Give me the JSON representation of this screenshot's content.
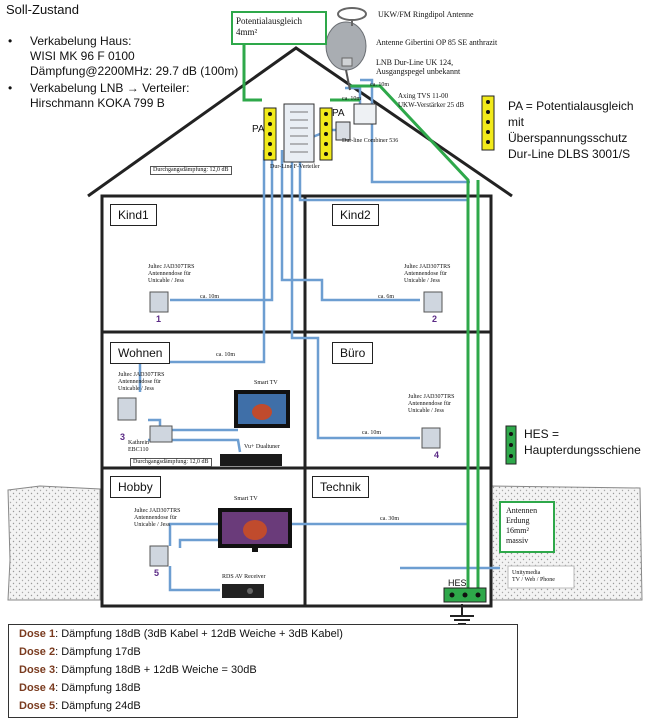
{
  "title": "Soll-Zustand",
  "legend": {
    "items": [
      {
        "label": "Verkabelung Haus:",
        "detail_lines": [
          "WISI MK 96 F 0100",
          "Dämpfung@2200MHz: 29.7 dB (100m)"
        ]
      },
      {
        "label": "Verkabelung LNB → Verteiler:",
        "detail_lines": [
          "Hirschmann KOKA 799 B"
        ]
      }
    ]
  },
  "callouts": {
    "potentialausgleich": {
      "line1": "Potentialausgleich",
      "line2": "4mm²"
    },
    "ukw_antenna": "UKW/FM Ringdipol Antenne",
    "dish": "Antenne Gibertini OP 85 SE anthrazit",
    "lnb": {
      "line1": "LNB Dur-Line UK 124,",
      "line2": "Ausgangspegel unbekannt"
    },
    "amp": {
      "line1": "Axing TVS 11-00",
      "line2": "UKW-Verstärker 25 dB"
    },
    "pa_legend": {
      "line1": "PA = Potentialausgleich",
      "line2": "mit Überspannungsschutz",
      "line3": "Dur-Line DLBS 3001/S"
    },
    "hes_legend": {
      "line1": "HES =",
      "line2": "Haupterdungsschiene"
    },
    "erdung": {
      "line1": "Antennen",
      "line2": "Erdung",
      "line3": "16mm²",
      "line4": "massiv"
    },
    "unitymedia": {
      "line1": "Unitymedia",
      "line2": "TV / Web / Phone"
    },
    "combiner": "Dur-line Combiner 536",
    "verteiler": "Dur-Line F-Verteiler",
    "pa_left": "PA",
    "pa_right": "PA",
    "hes": "HES",
    "durchgang_top": "Durchgangsdämpfung: 12,0 dB",
    "durchgang_wohnen": "Durchgangsdämpfung: 12,0 dB",
    "cable_top": "ca. 10m",
    "cable_roof": "ca. 10m"
  },
  "rooms": [
    {
      "name": "Kind1",
      "dose_line1": "Jultec JAD307TRS",
      "dose_line2": "Antennendose für",
      "dose_line3": "Unicable / Jess",
      "num": "1",
      "cable": "ca. 10m"
    },
    {
      "name": "Kind2",
      "dose_line1": "Jultec JAD307TRS",
      "dose_line2": "Antennendose für",
      "dose_line3": "Unicable / Jess",
      "num": "2",
      "cable": "ca. 6m"
    },
    {
      "name": "Wohnen",
      "dose_line1": "Jultec JAD307TRS",
      "dose_line2": "Antennendose für",
      "dose_line3": "Unicable / Jess",
      "num": "3",
      "cable": "ca. 10m"
    },
    {
      "name": "Büro",
      "dose_line1": "Jultec JAD307TRS",
      "dose_line2": "Antennendose für",
      "dose_line3": "Unicable / Jess",
      "num": "4",
      "cable": "ca. 10m"
    },
    {
      "name": "Hobby",
      "dose_line1": "Jultec JAD307TRS",
      "dose_line2": "Antennendose für",
      "dose_line3": "Unicable / Jess",
      "num": "5",
      "cable": "ca. 30m"
    },
    {
      "name": "Technik"
    }
  ],
  "devices": {
    "smart_tv_wohnen": "Smart TV",
    "smart_tv_hobby": "Smart TV",
    "vu_tuner": "Vu+ Dualtuner",
    "kathrein_line1": "Kathrein",
    "kathrein_line2": "EBC110",
    "rds_receiver": "RDS AV Receiver"
  },
  "dose_list": [
    {
      "label": "Dose 1",
      "text": ": Dämpfung 18dB (3dB Kabel + 12dB Weiche + 3dB Kabel)"
    },
    {
      "label": "Dose 2",
      "text": ": Dämpfung 17dB"
    },
    {
      "label": "Dose 3",
      "text": ": Dämpfung 18dB + 12dB Weiche = 30dB"
    },
    {
      "label": "Dose 4",
      "text": ": Dämpfung 18dB"
    },
    {
      "label": "Dose 5",
      "text": ": Dämpfung 24dB"
    }
  ],
  "colors": {
    "cable_blue": "#6d9ed1",
    "ground_green": "#2ea84a",
    "pa_yellow": "#f2ea1a"
  }
}
